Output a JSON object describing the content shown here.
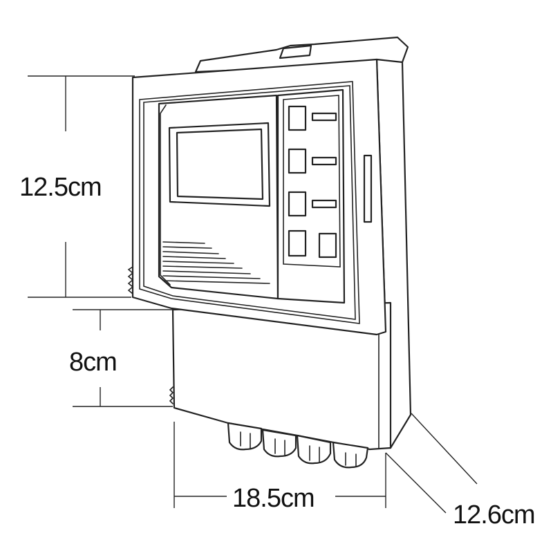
{
  "dimensions": {
    "height_upper": "12.5cm",
    "height_lower": "8cm",
    "width": "18.5cm",
    "depth": "12.6cm"
  },
  "colors": {
    "line": "#222222",
    "background": "#ffffff"
  }
}
